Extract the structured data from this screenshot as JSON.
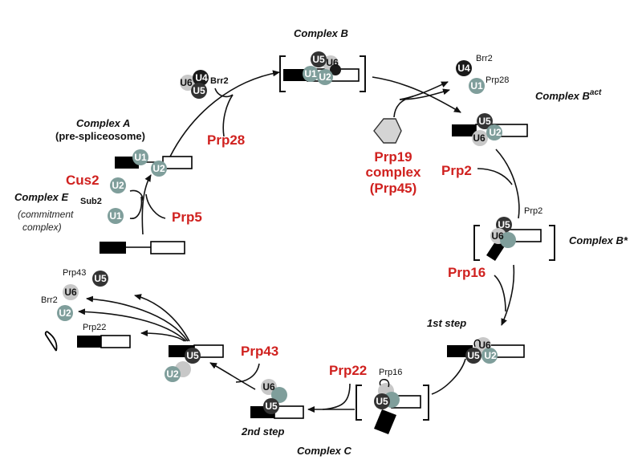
{
  "title": "Spliceosome assembly and catalytic cycle",
  "colors": {
    "factor_red": "#d0211f",
    "U1": "#7f9e9b",
    "U2": "#7f9e9b",
    "U4": "#1a1a1a",
    "U5": "#333333",
    "U6": "#c8c8c8",
    "prp19_complex": "#d4d4d4"
  },
  "stages": {
    "complex_e": {
      "name": "Complex E",
      "note_line1": "(commitment",
      "note_line2": "complex)"
    },
    "complex_a": {
      "name": "Complex A",
      "note": "(pre-spliceosome)"
    },
    "complex_b": {
      "name": "Complex B"
    },
    "complex_bact": {
      "name": "Complex B",
      "superscript": "act"
    },
    "complex_bstar": {
      "name": "Complex B*"
    },
    "first_step": {
      "name": "1st step"
    },
    "complex_c": {
      "name": "Complex C"
    },
    "second_step": {
      "name": "2nd step"
    }
  },
  "factors": {
    "cus2": "Cus2",
    "prp5": "Prp5",
    "prp28": "Prp28",
    "prp19_line1": "Prp19",
    "prp19_line2": "complex",
    "prp19_line3": "(Prp45)",
    "prp2": "Prp2",
    "prp16": "Prp16",
    "prp22": "Prp22",
    "prp43": "Prp43"
  },
  "small_labels": {
    "sub2": "Sub2",
    "brr2_trisnrnp": "Brr2",
    "brr2_released": "Brr2",
    "prp28_released": "Prp28",
    "prp2_bound": "Prp2",
    "prp16_bound": "Prp16",
    "prp43_released": "Prp43",
    "brr2_final": "Brr2",
    "prp22_released": "Prp22"
  },
  "snrnps": {
    "U1": "U1",
    "U2": "U2",
    "U4": "U4",
    "U5": "U5",
    "U6": "U6"
  }
}
